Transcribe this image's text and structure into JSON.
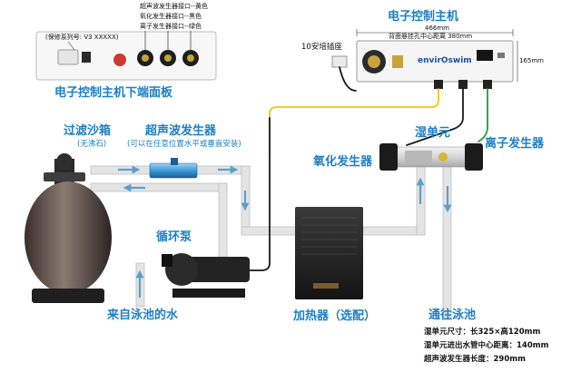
{
  "panel": {
    "serial": "(保修系列号: V3 XXXXX)",
    "ports": [
      "超声波发生器接口--黄色",
      "氧化发生器接口--黑色",
      "离子发生器接口--绿色"
    ],
    "caption": "电子控制主机下端面板"
  },
  "controller": {
    "title": "电子控制主机",
    "width_label": "466mm",
    "hole_label": "背面悬挂孔中心距离 380mm",
    "height_label": "165mm",
    "socket_label": "10安培插座",
    "brand": "envirOswim"
  },
  "filter": {
    "title": "过滤沙箱",
    "subtitle": "(无沸石)"
  },
  "ultrasonic": {
    "title": "超声波发生器",
    "subtitle": "(可以在任意位置水平或垂直安装)"
  },
  "wet_cell": {
    "title": "湿单元"
  },
  "oxidizer": {
    "title": "氧化发生器"
  },
  "ionizer": {
    "title": "离子发生器"
  },
  "pump": {
    "title": "循环泵"
  },
  "inlet": {
    "title": "来自泳池的水"
  },
  "heater": {
    "title": "加热器（选配）"
  },
  "outlet": {
    "title": "通往泳池"
  },
  "specs": [
    "湿单元尺寸：长325×高120mm",
    "湿单元进出水管中心距离：140mm",
    "超声波发生器长度：290mm"
  ],
  "colors": {
    "label_blue": "#1d7fc4",
    "pipe": "#e4e4e4",
    "arrow": "#5b9fcf",
    "cable_yellow": "#e5c912",
    "cable_green": "#1aa038",
    "cable_black": "#1a1a1a"
  }
}
